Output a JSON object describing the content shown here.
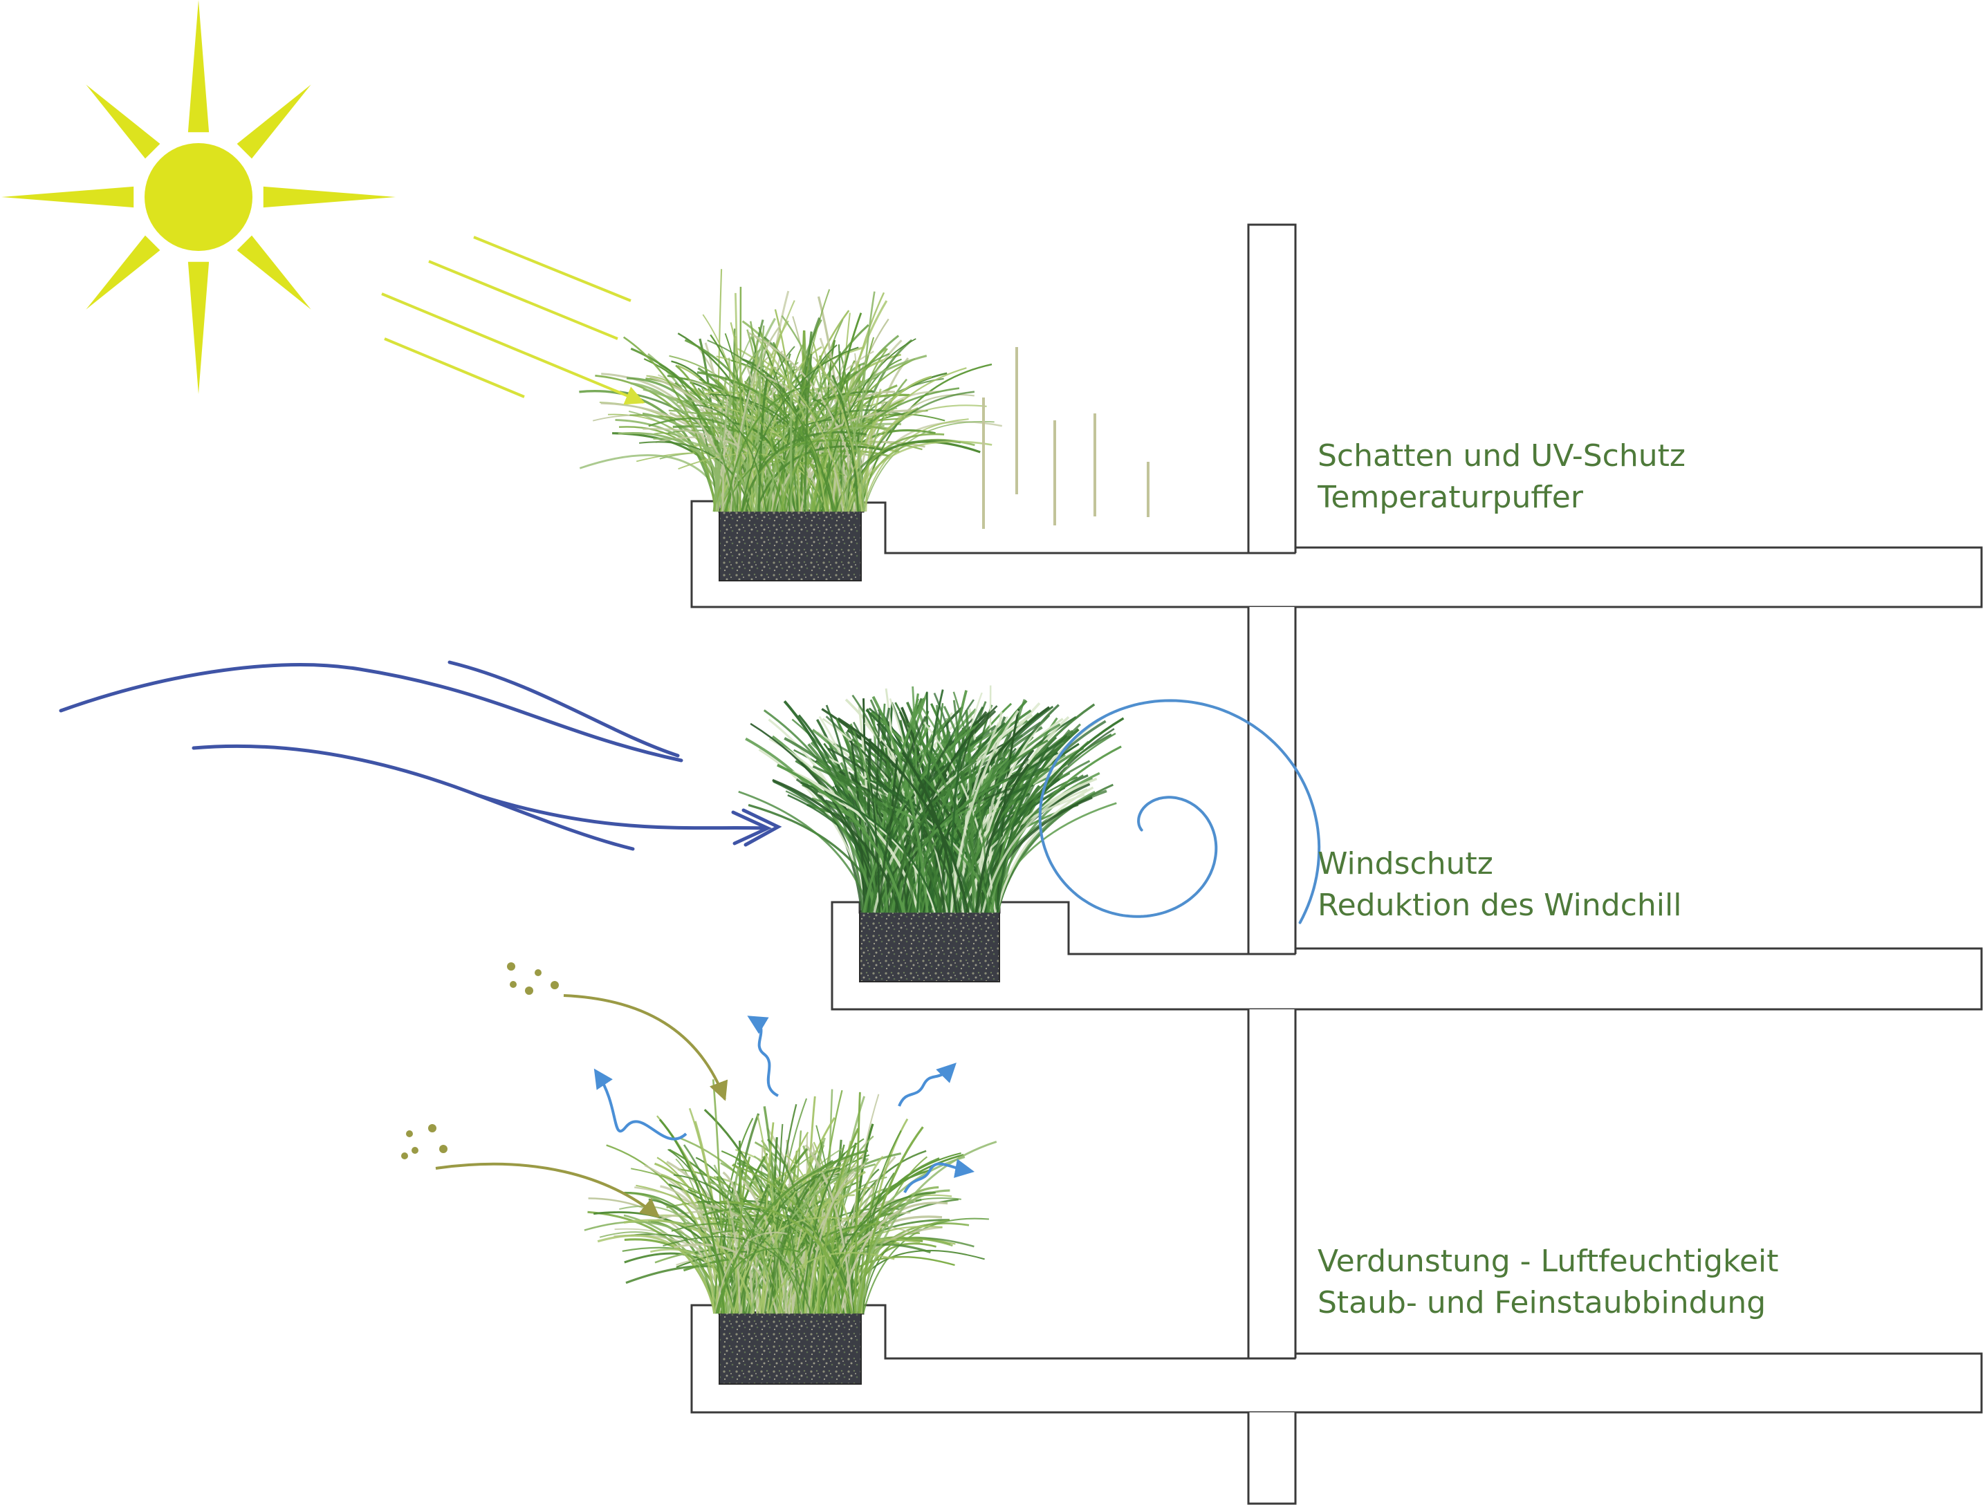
{
  "colors": {
    "text": "#4e7a3a",
    "sun": "#dde31e",
    "sun_rays": "#d8e23a",
    "wind": "#3f54a6",
    "vortex": "#4f8fcf",
    "evaporation": "#4a8fd6",
    "dust": "#9a9a45",
    "shade_lines": "#c2c49a",
    "structure_stroke": "#3a3a3a",
    "soil": "#3c3c44",
    "grass_light": "#7fae4a",
    "grass_dark": "#3d7a34"
  },
  "levels": [
    {
      "line1": "Schatten und UV-Schutz",
      "line2": "Temperaturpuffer",
      "effect": "sun-shade"
    },
    {
      "line1": "Windschutz",
      "line2": "Reduktion des Windchill",
      "effect": "wind-protection"
    },
    {
      "line1": "Verdunstung - Luftfeuchtigkeit",
      "line2": "Staub- und Feinstaubbindung",
      "effect": "evaporation-dust"
    }
  ]
}
